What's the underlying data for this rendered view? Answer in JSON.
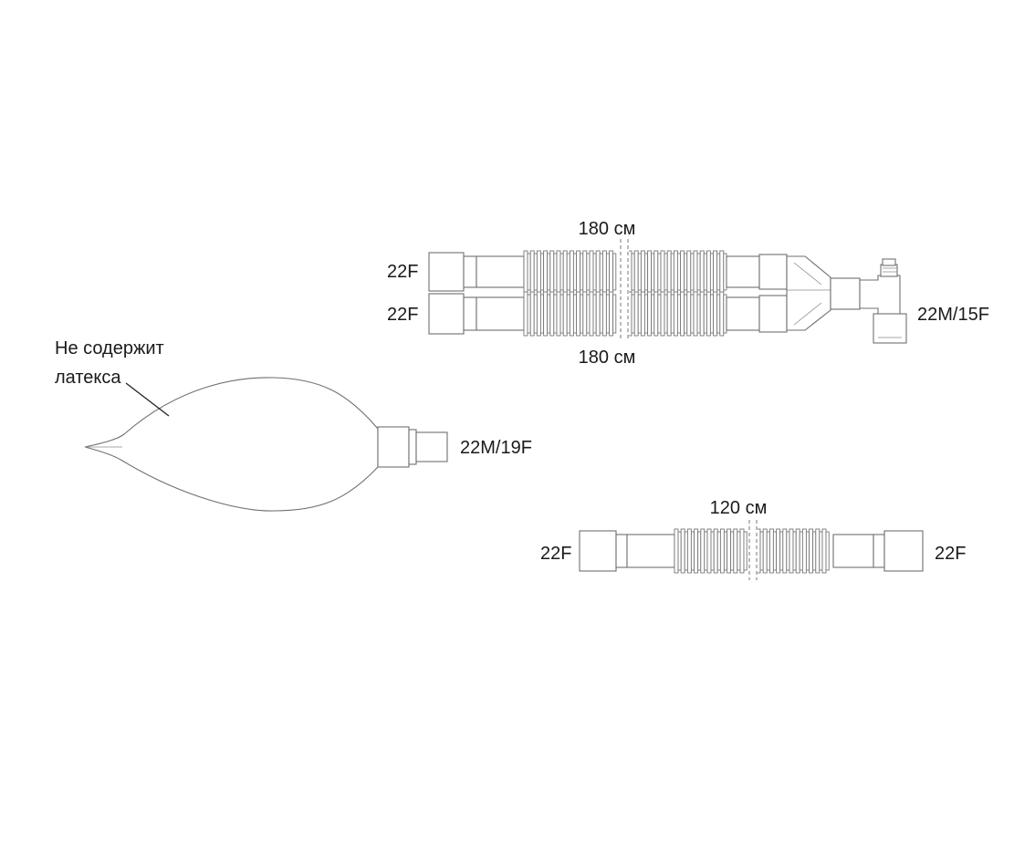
{
  "labels": {
    "bag_note_line1": "Не содержит",
    "bag_note_line2": "латекса",
    "bag_connector": "22M/19F",
    "limb_top_length": "180 см",
    "limb_bottom_length": "180 см",
    "limb_top_end": "22F",
    "limb_bottom_end": "22F",
    "wye_connector": "22M/15F",
    "short_length": "120 см",
    "short_left_end": "22F",
    "short_right_end": "22F"
  }
}
